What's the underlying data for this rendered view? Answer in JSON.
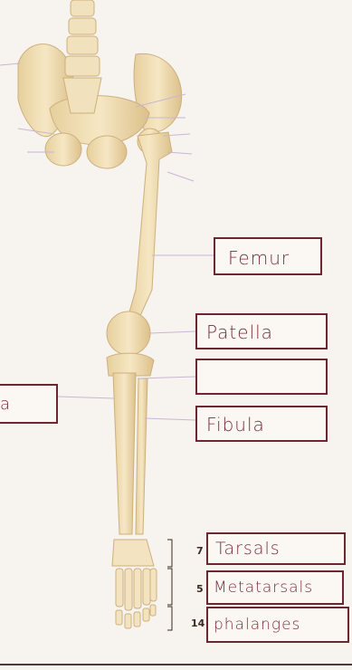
{
  "labels": {
    "femur": "Femur",
    "patella": "Patella",
    "blank": "",
    "fibula": "Fibula",
    "left_partial": "a",
    "tarsals": "Tarsals",
    "metatarsals": "Metatarsals",
    "phalanges": "phalanges"
  },
  "counts": {
    "tarsals": "7",
    "metatarsals": "5",
    "phalanges": "14"
  },
  "colors": {
    "bone": "#efdcb0",
    "bone_shade": "#dcc08a",
    "box_border": "#6b2630",
    "ink": "#7a2a38",
    "leader_line": "#c9b6d6"
  }
}
